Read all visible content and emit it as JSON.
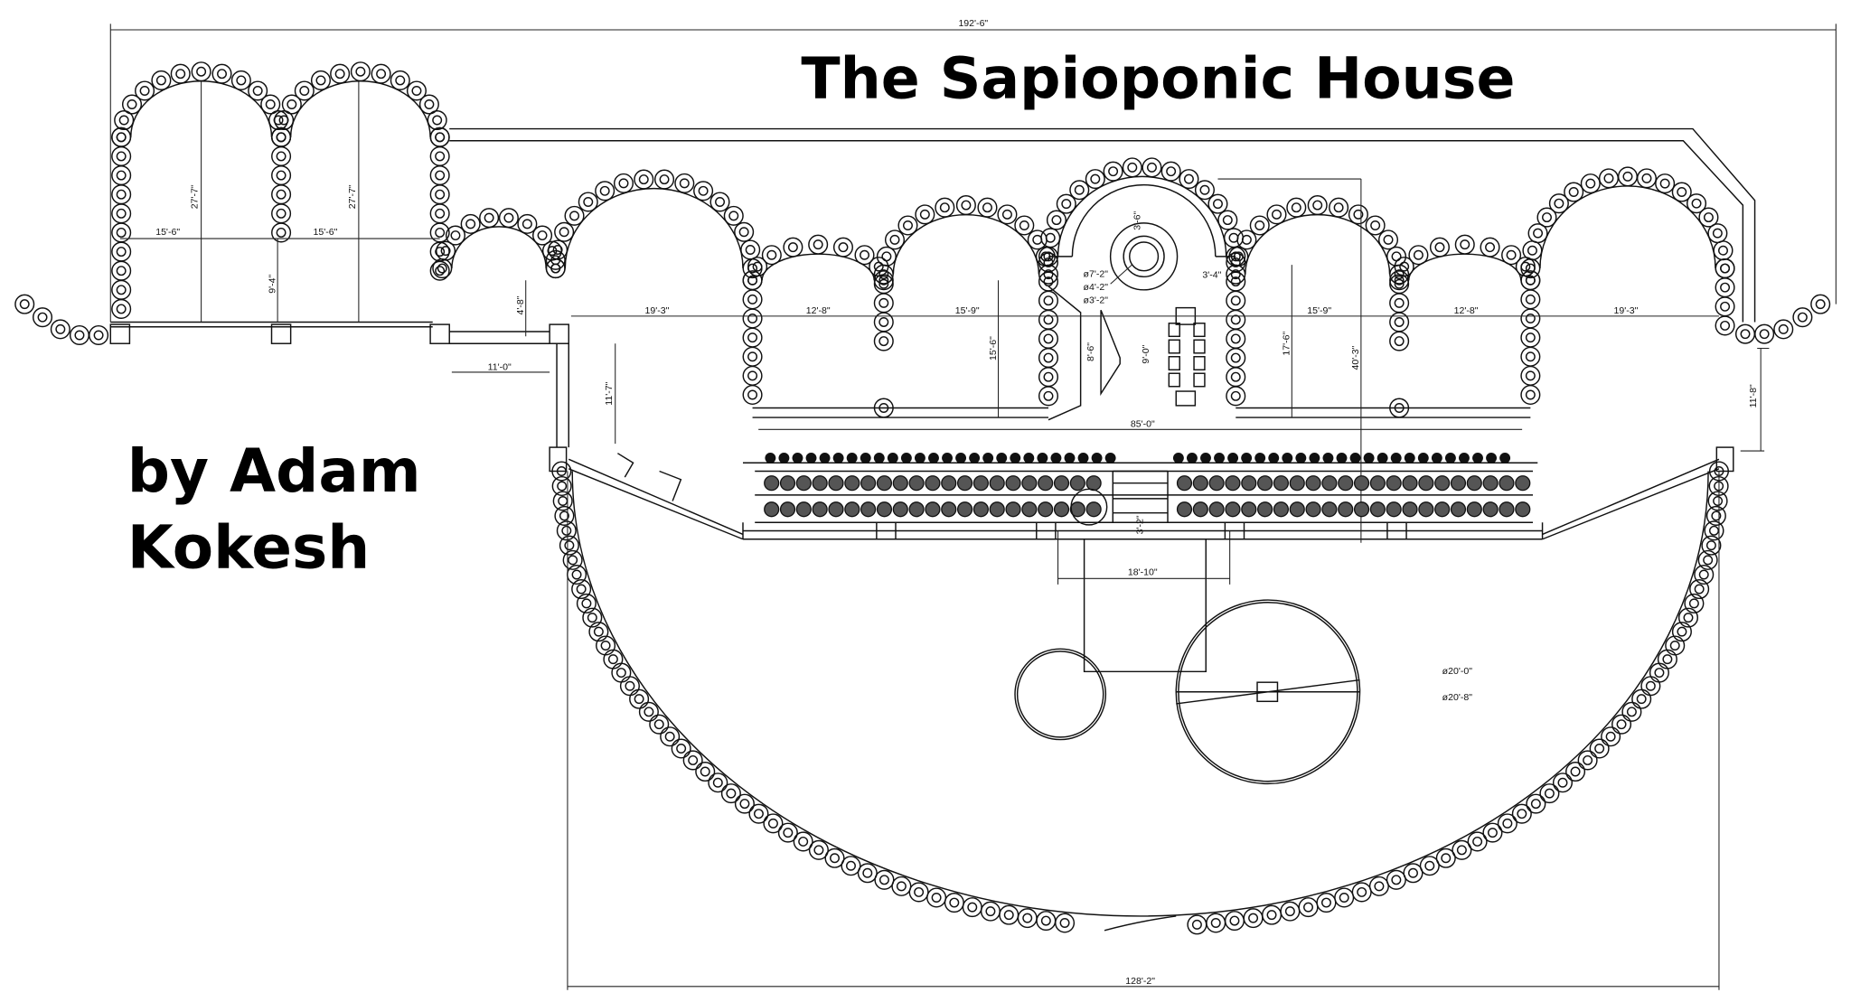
{
  "title": "The Sapioponic House",
  "author_line1": "by Adam",
  "author_line2": "Kokesh",
  "dimensions": {
    "overall_width": "192'-6\"",
    "bottom_width": "128'-2\"",
    "left_arch_width_1": "15'-6\"",
    "left_arch_width_2": "15'-6\"",
    "left_arch_height_1": "27'-7\"",
    "left_arch_height_2": "27'-7\"",
    "left_column_gap": "9'-4\"",
    "step_height": "4'-8\"",
    "entry_width": "11'-0\"",
    "entry_depth": "11'-7\"",
    "room_left_1": "19'-3\"",
    "room_left_2": "12'-8\"",
    "room_left_3": "15'-9\"",
    "room_right_1": "15'-9\"",
    "room_right_2": "12'-8\"",
    "room_right_3": "19'-3\"",
    "room_depth_left": "15'-6\"",
    "room_depth_right": "17'-6\"",
    "total_depth": "40'-3\"",
    "hearth_gap": "3'-4\"",
    "hearth_radius": "3'-6\"",
    "dia_outer": "ø7'-2\"",
    "dia_mid": "ø4'-2\"",
    "dia_inner": "ø3'-2\"",
    "counter_len": "8'-6\"",
    "table_len": "9'-0\"",
    "greenhouse_len": "85'-0\"",
    "path_width": "3'-2\"",
    "pond_span": "18'-10\"",
    "right_wing_depth": "11'-8\"",
    "pond_dia_1": "ø20'-0\"",
    "pond_dia_2": "ø20'-8\""
  }
}
